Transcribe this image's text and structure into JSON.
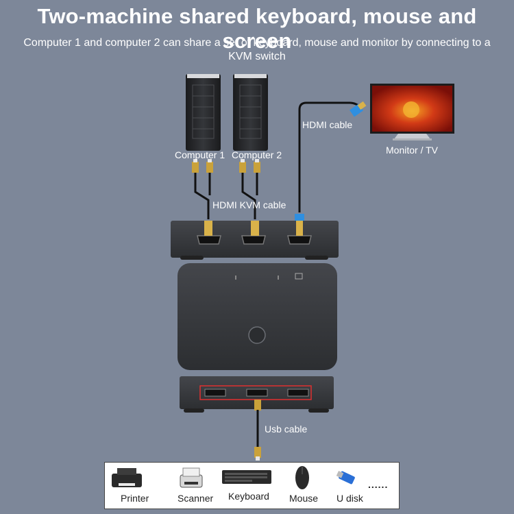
{
  "header": {
    "title": "Two-machine shared keyboard, mouse and screen",
    "subtitle": "Computer 1 and computer 2 can share a set of keyboard, mouse and monitor by connecting to a KVM switch"
  },
  "computers": [
    {
      "label": "Computer 1"
    },
    {
      "label": "Computer 2"
    }
  ],
  "monitor": {
    "label": "Monitor / TV"
  },
  "cables": {
    "hdmi": "HDMI cable",
    "hdmi_kvm": "HDMI KVM cable",
    "usb": "Usb cable"
  },
  "peripherals": {
    "items": [
      "Printer",
      "Scanner",
      "Keyboard",
      "Mouse",
      "U disk"
    ],
    "more": "......"
  },
  "colors": {
    "background": "#7d8799",
    "device": "#3a3c40",
    "usb_highlight": "#e03030",
    "hdmi_cable_head": "#2f8fe0"
  }
}
